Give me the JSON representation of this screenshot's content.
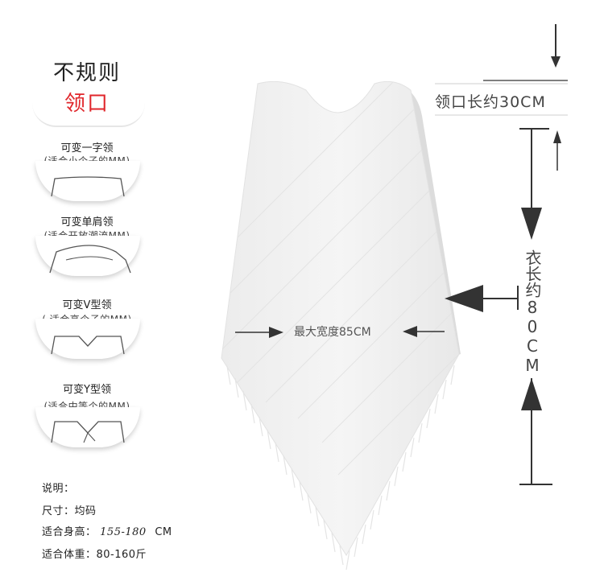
{
  "title": {
    "line1": "不规则",
    "line2": "领口"
  },
  "options": [
    {
      "name": "可变一字领",
      "sub": "(适合小个子的MM)"
    },
    {
      "name": "可变单肩领",
      "sub": "(适合开放潮流MM)"
    },
    {
      "name": "可变V型领",
      "sub": "( 适合高个子的MM)"
    },
    {
      "name": "可变Y型领",
      "sub": "(适合中等个的MM)"
    }
  ],
  "notes": {
    "heading": "说明：",
    "size": "尺寸：均码",
    "height_prefix": "适合身高：",
    "height_range": "155-180",
    "height_unit": "CM",
    "weight": "适合体重：80-160斤"
  },
  "measurements": {
    "neck": "领口长约30CM",
    "length": "衣长约80CM",
    "width": "最大宽度85CM"
  }
}
